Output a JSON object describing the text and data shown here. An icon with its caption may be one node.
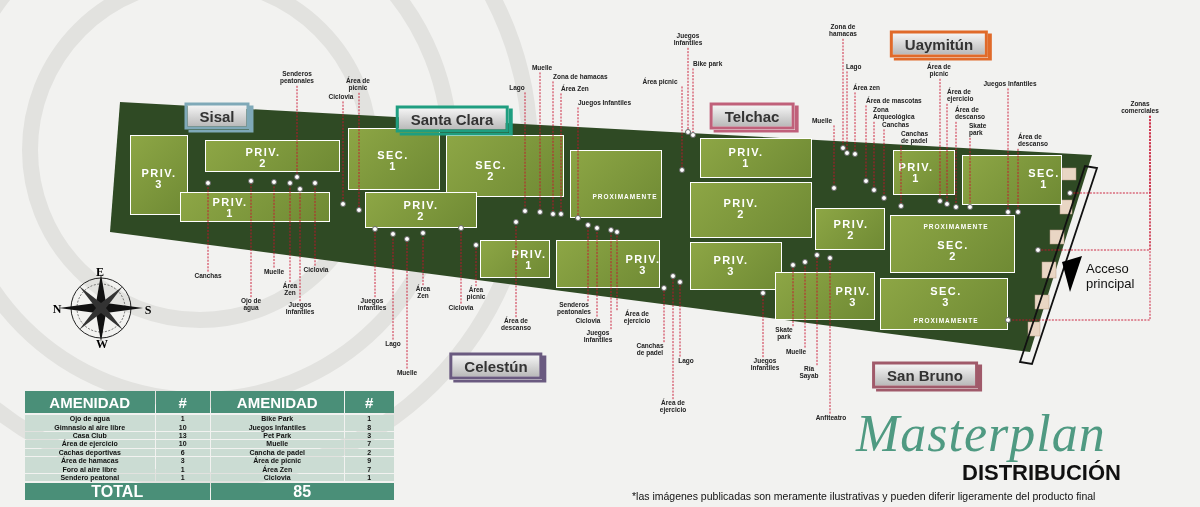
{
  "diagram": {
    "caption": "*las imágenes publicadas son meramente ilustrativas y pueden diferir ligeramente del producto final",
    "nodes": [
      {
        "text": [
          "Sisal"
        ]
      },
      {
        "text": [
          "Santa Clara"
        ]
      },
      {
        "text": [
          "Telchac"
        ]
      },
      {
        "text": [
          "Uaymitún"
        ]
      },
      {
        "text": [
          "Celestún"
        ]
      },
      {
        "text": [
          "San Bruno"
        ]
      },
      {
        "text": [
          "PRIV. 3"
        ]
      },
      {
        "text": [
          "PRIV. 2"
        ]
      },
      {
        "text": [
          "PRIV. 1"
        ]
      },
      {
        "text": [
          "SEC. 1"
        ]
      },
      {
        "text": [
          "SEC. 2"
        ]
      },
      {
        "text": [
          "PROXIMAMENTE"
        ]
      },
      {
        "text": [
          "PRIV. 2"
        ]
      },
      {
        "text": [
          "PRIV. 1"
        ]
      },
      {
        "text": [
          "PRIV. 3"
        ]
      },
      {
        "text": [
          "PRIV. 1"
        ]
      },
      {
        "text": [
          "PRIV. 2"
        ]
      },
      {
        "text": [
          "PRIV. 3"
        ]
      },
      {
        "text": [
          "PRIV. 1"
        ]
      },
      {
        "text": [
          "SEC. 1"
        ]
      },
      {
        "text": [
          "PRIV. 2"
        ]
      },
      {
        "text": [
          "PROXIMAMENTE",
          "SEC. 2"
        ]
      },
      {
        "text": [
          "PRIV. 3"
        ]
      },
      {
        "text": [
          "SEC. 3",
          "PROXIMAMENTE"
        ]
      },
      {
        "text": [
          "Senderos peatonales"
        ]
      },
      {
        "text": [
          "Área de picnic"
        ]
      },
      {
        "text": [
          "Ciclovia"
        ]
      },
      {
        "text": [
          "Canchas"
        ]
      },
      {
        "text": [
          "Ojo de agua"
        ]
      },
      {
        "text": [
          "Muelle"
        ]
      },
      {
        "text": [
          "Área Zen"
        ]
      },
      {
        "text": [
          "Juegos Infantiles"
        ]
      },
      {
        "text": [
          "Ciclovia"
        ]
      },
      {
        "text": [
          "Juegos Infantiles"
        ]
      },
      {
        "text": [
          "Lago"
        ]
      },
      {
        "text": [
          "Muelle"
        ]
      },
      {
        "text": [
          "Área Zen"
        ]
      },
      {
        "text": [
          "Ciclovia"
        ]
      },
      {
        "text": [
          "Área picnic"
        ]
      },
      {
        "text": [
          "Área de descanso"
        ]
      },
      {
        "text": [
          "Senderos peatonales"
        ]
      },
      {
        "text": [
          "Ciclovia"
        ]
      },
      {
        "text": [
          "Juegos Infantiles"
        ]
      },
      {
        "text": [
          "Área de ejercicio"
        ]
      },
      {
        "text": [
          "Canchas de padel"
        ]
      },
      {
        "text": [
          "Lago"
        ]
      },
      {
        "text": [
          "Área de ejercicio"
        ]
      },
      {
        "text": [
          "Juegos Infantiles"
        ]
      },
      {
        "text": [
          "Skate park"
        ]
      },
      {
        "text": [
          "Muelle"
        ]
      },
      {
        "text": [
          "Ría Sayab"
        ]
      },
      {
        "text": [
          "Anfiteatro"
        ]
      },
      {
        "text": [
          "Lago"
        ]
      },
      {
        "text": [
          "Muelle"
        ]
      },
      {
        "text": [
          "Zona de hamacas"
        ]
      },
      {
        "text": [
          "Área Zen"
        ]
      },
      {
        "text": [
          "Juegos Infantiles"
        ]
      },
      {
        "text": [
          "Área picnic"
        ]
      },
      {
        "text": [
          "Juegos Infantiles"
        ]
      },
      {
        "text": [
          "Bike park"
        ]
      },
      {
        "text": [
          "Zona de hamacas"
        ]
      },
      {
        "text": [
          "Lago"
        ]
      },
      {
        "text": [
          "Área zen"
        ]
      },
      {
        "text": [
          "Área de mascotas"
        ]
      },
      {
        "text": [
          "Zona Arqueológica"
        ]
      },
      {
        "text": [
          "Muelle"
        ]
      },
      {
        "text": [
          "Canchas"
        ]
      },
      {
        "text": [
          "Canchas de padel"
        ]
      },
      {
        "text": [
          "Área de picnic"
        ]
      },
      {
        "text": [
          "Área de ejercicio"
        ]
      },
      {
        "text": [
          "Área de descanso"
        ]
      },
      {
        "text": [
          "Skate park"
        ]
      },
      {
        "text": [
          "Juegos Infantiles"
        ]
      },
      {
        "text": [
          "Área de descanso"
        ]
      },
      {
        "text": [
          "Zonas comerciales"
        ]
      },
      {
        "text": [],
        "shape": "circle"
      },
      {
        "text": [],
        "shape": "circle"
      },
      {
        "text": [],
        "shape": "circle"
      },
      {
        "text": [],
        "shape": "circle"
      },
      {
        "text": [],
        "shape": "circle"
      },
      {
        "text": [],
        "shape": "circle"
      },
      {
        "text": [],
        "shape": "circle"
      },
      {
        "text": [],
        "shape": "circle"
      },
      {
        "text": [],
        "shape": "circle"
      },
      {
        "text": [],
        "shape": "circle"
      },
      {
        "text": [],
        "shape": "circle"
      },
      {
        "text": [],
        "shape": "circle"
      },
      {
        "text": [],
        "shape": "circle"
      },
      {
        "text": [],
        "shape": "circle"
      },
      {
        "text": [],
        "shape": "circle"
      },
      {
        "text": [],
        "shape": "circle"
      },
      {
        "text": [],
        "shape": "circle"
      },
      {
        "text": [],
        "shape": "circle"
      },
      {
        "text": [],
        "shape": "circle"
      },
      {
        "text": [],
        "shape": "circle"
      },
      {
        "text": [],
        "shape": "circle"
      },
      {
        "text": [],
        "shape": "circle"
      },
      {
        "text": [],
        "shape": "circle"
      },
      {
        "text": [],
        "shape": "circle"
      },
      {
        "text": [],
        "shape": "circle"
      },
      {
        "text": [],
        "shape": "circle"
      },
      {
        "text": [],
        "shape": "circle"
      },
      {
        "text": [],
        "shape": "circle"
      },
      {
        "text": [],
        "shape": "circle"
      },
      {
        "text": [],
        "shape": "circle"
      },
      {
        "text": [],
        "shape": "circle"
      },
      {
        "text": [],
        "shape": "circle"
      },
      {
        "text": [],
        "shape": "circle"
      },
      {
        "text": [],
        "shape": "circle"
      },
      {
        "text": [],
        "shape": "circle"
      },
      {
        "text": [],
        "shape": "circle"
      },
      {
        "text": [],
        "shape": "circle"
      },
      {
        "text": [],
        "shape": "circle"
      },
      {
        "text": [],
        "shape": "circle"
      },
      {
        "text": [],
        "shape": "circle"
      },
      {
        "text": [],
        "shape": "circle"
      },
      {
        "text": [],
        "shape": "circle"
      },
      {
        "text": [],
        "shape": "circle"
      },
      {
        "text": [],
        "shape": "circle"
      },
      {
        "text": [],
        "shape": "circle"
      },
      {
        "text": [],
        "shape": "circle"
      },
      {
        "text": [],
        "shape": "circle"
      },
      {
        "text": [],
        "shape": "circle"
      },
      {
        "text": [],
        "shape": "circle"
      },
      {
        "text": [],
        "shape": "circle"
      },
      {
        "text": [],
        "shape": "circle"
      },
      {
        "text": [],
        "shape": "circle"
      },
      {
        "text": [],
        "shape": "circle"
      }
    ],
    "edges": [
      {
        "from": 24,
        "to": 79,
        "arrow": "none"
      },
      {
        "from": 25,
        "to": 83,
        "arrow": "none"
      },
      {
        "from": 26,
        "to": 82,
        "arrow": "none"
      },
      {
        "from": 27,
        "to": 75,
        "arrow": "none"
      },
      {
        "from": 28,
        "to": 76,
        "arrow": "none"
      },
      {
        "from": 29,
        "to": 77,
        "arrow": "none"
      },
      {
        "from": 30,
        "to": 78,
        "arrow": "none"
      },
      {
        "from": 31,
        "to": 80,
        "arrow": "none"
      },
      {
        "from": 32,
        "to": 81,
        "arrow": "none"
      },
      {
        "from": 33,
        "to": 84,
        "arrow": "none"
      },
      {
        "from": 34,
        "to": 85,
        "arrow": "none"
      },
      {
        "from": 35,
        "to": 86,
        "arrow": "none"
      },
      {
        "from": 36,
        "to": 87,
        "arrow": "none"
      },
      {
        "from": 37,
        "to": 88,
        "arrow": "none"
      },
      {
        "from": 38,
        "to": 89,
        "arrow": "none"
      },
      {
        "from": 39,
        "to": 90,
        "arrow": "none"
      },
      {
        "from": 40,
        "to": 96,
        "arrow": "none"
      },
      {
        "from": 41,
        "to": 97,
        "arrow": "none"
      },
      {
        "from": 42,
        "to": 98,
        "arrow": "none"
      },
      {
        "from": 43,
        "to": 99,
        "arrow": "none"
      },
      {
        "from": 44,
        "to": 100,
        "arrow": "none"
      },
      {
        "from": 45,
        "to": 102,
        "arrow": "none"
      },
      {
        "from": 46,
        "to": 101,
        "arrow": "none"
      },
      {
        "from": 47,
        "to": 106,
        "arrow": "none"
      },
      {
        "from": 48,
        "to": 107,
        "arrow": "none"
      },
      {
        "from": 49,
        "to": 108,
        "arrow": "none"
      },
      {
        "from": 50,
        "to": 109,
        "arrow": "none"
      },
      {
        "from": 51,
        "to": 110,
        "arrow": "none"
      },
      {
        "from": 52,
        "to": 91,
        "arrow": "none"
      },
      {
        "from": 53,
        "to": 92,
        "arrow": "none"
      },
      {
        "from": 54,
        "to": 93,
        "arrow": "none"
      },
      {
        "from": 55,
        "to": 94,
        "arrow": "none"
      },
      {
        "from": 56,
        "to": 95,
        "arrow": "none"
      },
      {
        "from": 57,
        "to": 103,
        "arrow": "none"
      },
      {
        "from": 58,
        "to": 104,
        "arrow": "none"
      },
      {
        "from": 59,
        "to": 105,
        "arrow": "none"
      },
      {
        "from": 60,
        "to": 112,
        "arrow": "none"
      },
      {
        "from": 61,
        "to": 113,
        "arrow": "none"
      },
      {
        "from": 62,
        "to": 114,
        "arrow": "none"
      },
      {
        "from": 63,
        "to": 115,
        "arrow": "none"
      },
      {
        "from": 64,
        "to": 116,
        "arrow": "none"
      },
      {
        "from": 65,
        "to": 111,
        "arrow": "none"
      },
      {
        "from": 66,
        "to": 117,
        "arrow": "none"
      },
      {
        "from": 67,
        "to": 118,
        "arrow": "none"
      },
      {
        "from": 68,
        "to": 119,
        "arrow": "none"
      },
      {
        "from": 69,
        "to": 120,
        "arrow": "none"
      },
      {
        "from": 70,
        "to": 121,
        "arrow": "none"
      },
      {
        "from": 71,
        "to": 122,
        "arrow": "none"
      },
      {
        "from": 72,
        "to": 123,
        "arrow": "none"
      },
      {
        "from": 73,
        "to": 125,
        "arrow": "none"
      },
      {
        "from": 74,
        "to": 127,
        "arrow": "none"
      },
      {
        "from": 74,
        "to": 126,
        "arrow": "none"
      },
      {
        "from": 74,
        "to": 124,
        "arrow": "none"
      }
    ],
    "labels": [
      "E",
      "N",
      "S",
      "W",
      "Acceso principal",
      "Masterplan",
      "DISTRIBUCIÓN",
      "AMENIDAD",
      "#",
      "AMENIDAD",
      "#",
      "Ojo de agua",
      "1",
      "Bike Park",
      "1",
      "Gimnasio al aire libre",
      "10",
      "Juegos Infantiles",
      "8",
      "Casa Club",
      "13",
      "Pet Park",
      "3",
      "Área de ejercicio",
      "10",
      "Muelle",
      "7",
      "Cachas deportivas",
      "6",
      "Cancha de padel",
      "2",
      "Área de hamacas",
      "3",
      "Área de picnic",
      "9",
      "Foro al aire libre",
      "1",
      "Área Zen",
      "7",
      "Sendero peatonal",
      "1",
      "Ciclovia",
      "1",
      "TOTAL",
      "85"
    ]
  }
}
